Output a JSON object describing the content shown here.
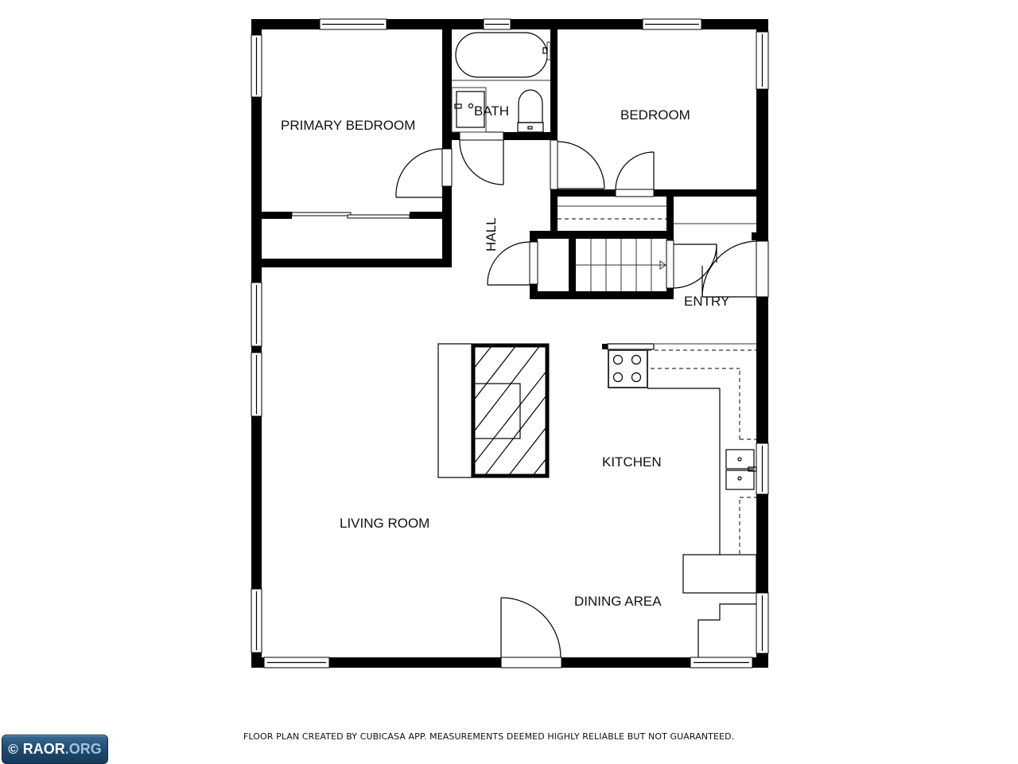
{
  "plan": {
    "rooms": [
      {
        "id": "primary-bedroom",
        "label": "PRIMARY BEDROOM"
      },
      {
        "id": "bath",
        "label": "BATH"
      },
      {
        "id": "bedroom",
        "label": "BEDROOM"
      },
      {
        "id": "hall",
        "label": "HALL"
      },
      {
        "id": "entry",
        "label": "ENTRY"
      },
      {
        "id": "kitchen",
        "label": "KITCHEN"
      },
      {
        "id": "living-room",
        "label": "LIVING ROOM"
      },
      {
        "id": "dining-area",
        "label": "DINING AREA"
      }
    ],
    "colors": {
      "wall": "#000000",
      "background": "#ffffff",
      "fixture_line": "#333333"
    }
  },
  "footer": {
    "disclaimer": "FLOOR PLAN CREATED BY CUBICASA APP. MEASUREMENTS DEEMED HIGHLY RELIABLE BUT NOT GUARANTEED."
  },
  "watermark": {
    "symbol": "©",
    "brand_primary": "RAOR",
    "brand_secondary": ".ORG",
    "colors": {
      "primary": "#ffffff",
      "secondary": "#9fc2de",
      "background": "#1f4a70"
    }
  }
}
